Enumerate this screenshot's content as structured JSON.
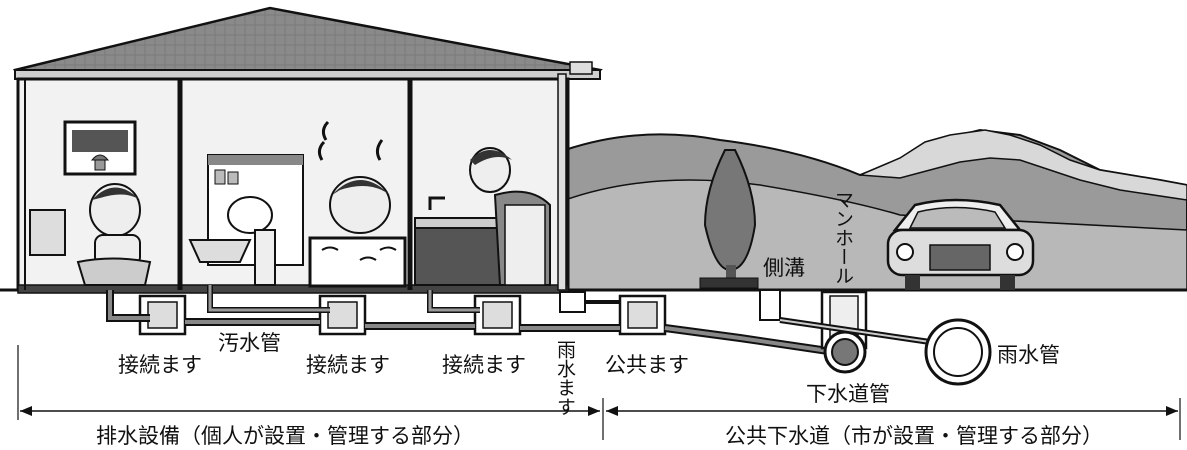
{
  "labels": {
    "connection_basin_1": "接続ます",
    "connection_basin_2": "接続ます",
    "connection_basin_3": "接続ます",
    "sewage_pipe": "汚水管",
    "rainwater_basin": "雨水ます",
    "public_basin": "公共ます",
    "side_ditch": "側溝",
    "manhole": "マンホール",
    "rainwater_pipe": "雨水管",
    "sewer_main": "下水道管"
  },
  "sections": {
    "private": "排水設備（個人が設置・管理する部分）",
    "public": "公共下水道（市が設置・管理する部分）"
  }
}
